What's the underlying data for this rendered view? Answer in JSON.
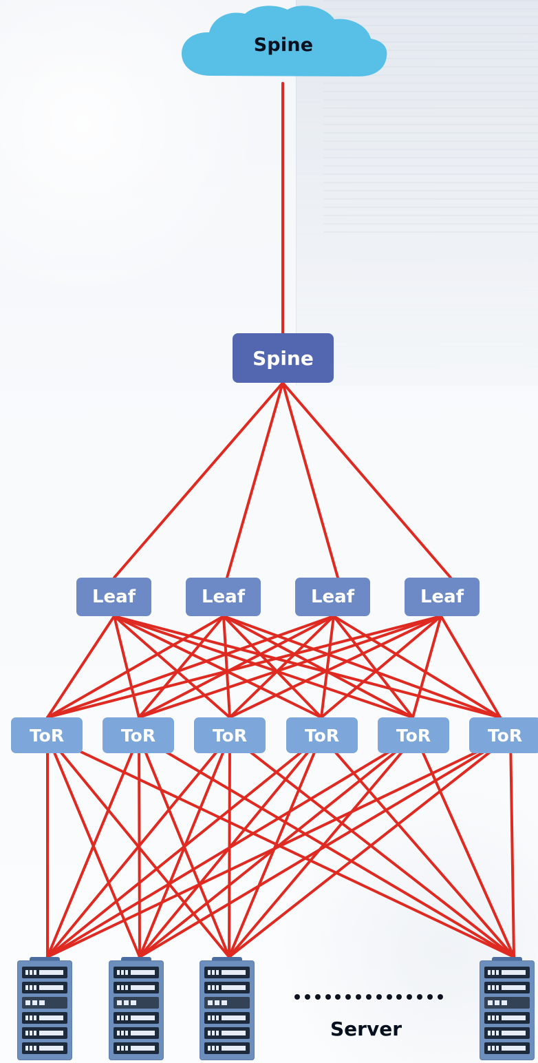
{
  "diagram": {
    "spine_cloud": {
      "label": "Spine"
    },
    "spine_switch": {
      "label": "Spine"
    },
    "leaf_switches": [
      {
        "label": "Leaf"
      },
      {
        "label": "Leaf"
      },
      {
        "label": "Leaf"
      },
      {
        "label": "Leaf"
      }
    ],
    "tor_switches": [
      {
        "label": "ToR"
      },
      {
        "label": "ToR"
      },
      {
        "label": "ToR"
      },
      {
        "label": "ToR"
      },
      {
        "label": "ToR"
      },
      {
        "label": "ToR"
      }
    ],
    "servers": {
      "label": "Server",
      "ellipsis": "..............."
    },
    "colors": {
      "link_color": "#df2a22",
      "cloud_color": "#58c0e6",
      "spine_color": "#5366b0",
      "leaf_color": "#6d8ac6",
      "tor_color": "#7da7da",
      "server_color": "#6d8fbe"
    },
    "icons": {
      "cloud": "cloud-icon",
      "server": "server-rack-icon"
    }
  }
}
